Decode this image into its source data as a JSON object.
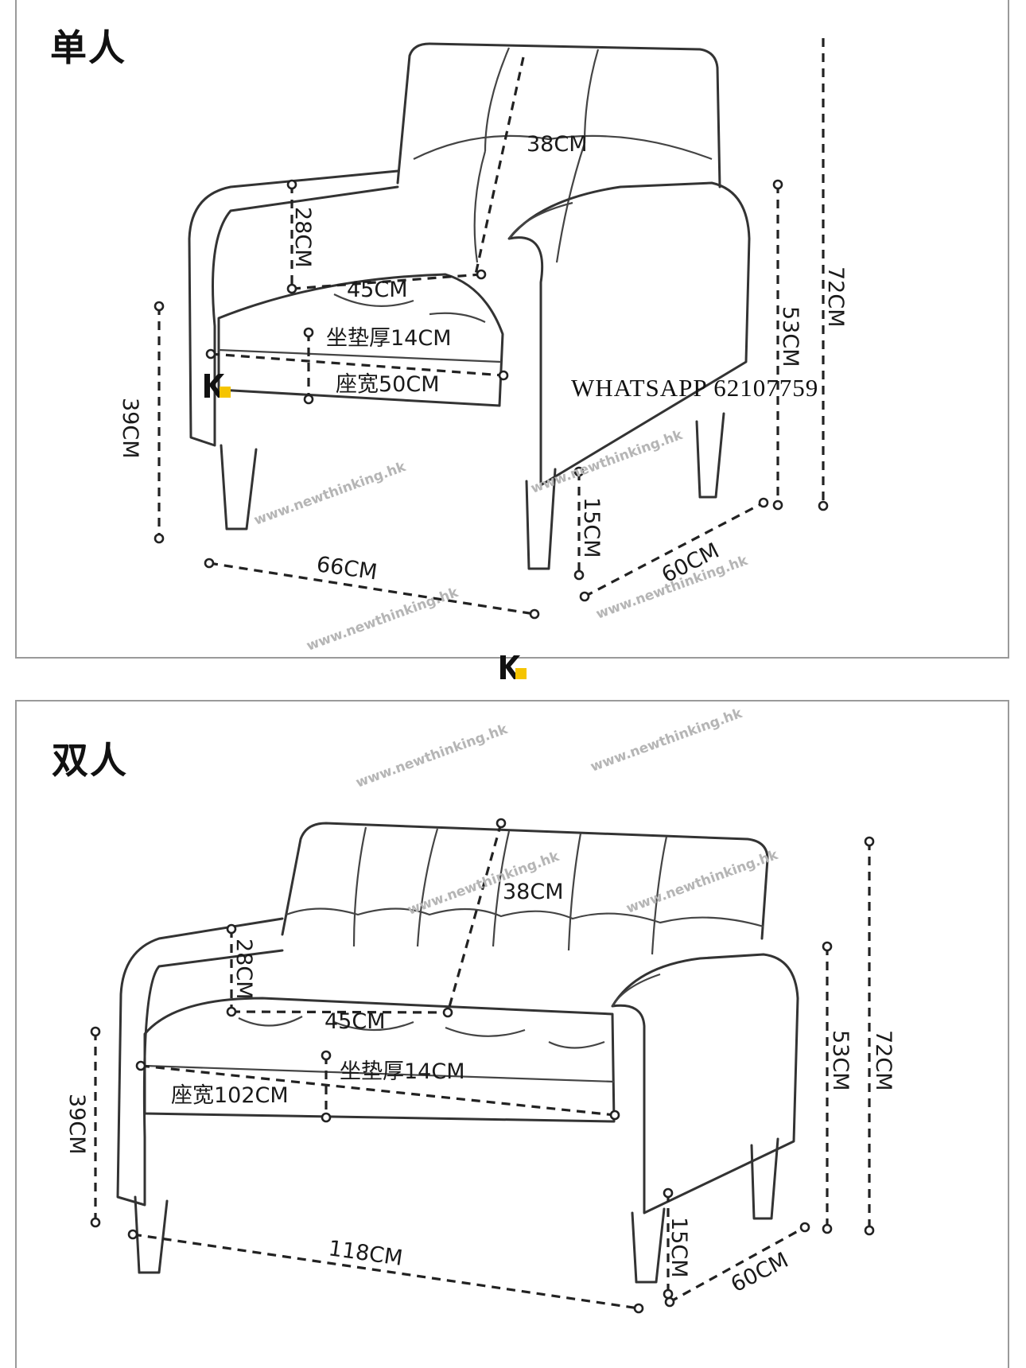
{
  "single": {
    "title": "单人",
    "labels": {
      "backrest_height": "38CM",
      "armrest_height": "28CM",
      "seat_depth": "45CM",
      "cushion_thickness": "坐垫厚14CM",
      "seat_width": "座宽50CM",
      "seat_height": "39CM",
      "total_width": "66CM",
      "leg_height": "15CM",
      "total_depth": "60CM",
      "arm_height": "53CM",
      "total_height": "72CM"
    }
  },
  "double": {
    "title": "双人",
    "labels": {
      "backrest_height": "38CM",
      "armrest_height": "28CM",
      "seat_depth": "45CM",
      "cushion_thickness": "坐垫厚14CM",
      "seat_width": "座宽102CM",
      "seat_height": "39CM",
      "total_width": "118CM",
      "leg_height": "15CM",
      "total_depth": "60CM",
      "arm_height": "53CM",
      "total_height": "72CM"
    }
  },
  "contact": "WHATSAPP 62107759",
  "watermark": "www.newthinking.hk",
  "colors": {
    "logo_yellow": "#f5c400",
    "line": "#333333",
    "border": "#9a9a9a"
  }
}
